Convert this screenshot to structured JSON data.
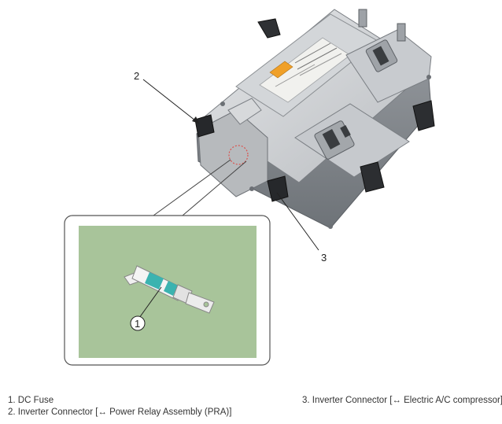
{
  "callouts": {
    "c1": "1",
    "c2": "2",
    "c3": "3"
  },
  "legend": {
    "item1": "1. DC Fuse",
    "item2": "2. Inverter Connector [↔ Power Relay Assembly (PRA)]",
    "item3": "3. Inverter Connector [↔ Electric A/C compressor]"
  },
  "colors": {
    "inset_background": "#a8c49a",
    "fuse_band": "#3bb3b0",
    "highlight_circle": "#d9534f"
  }
}
